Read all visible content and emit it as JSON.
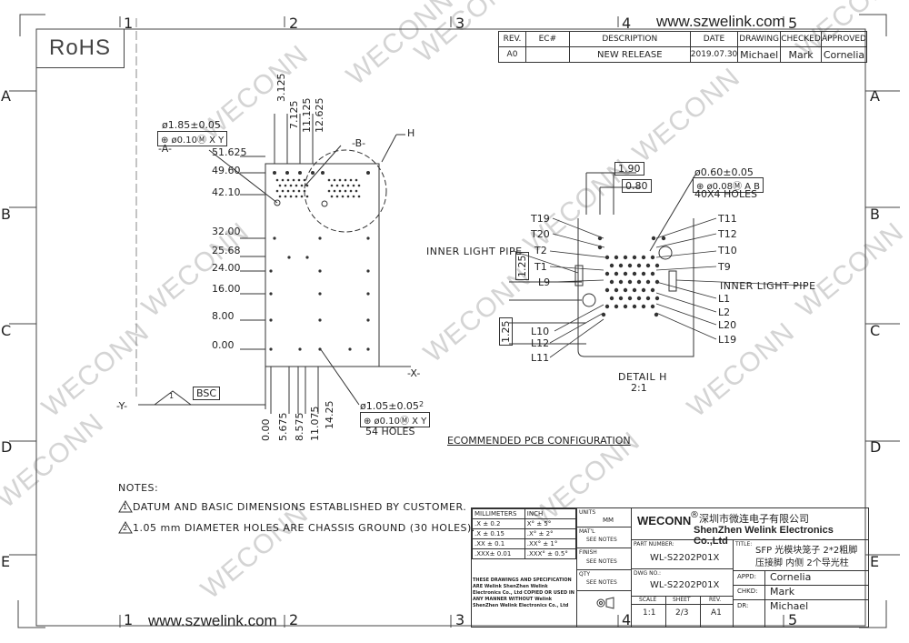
{
  "website": "www.szwelink.com",
  "rohs": "RoHS",
  "watermark": "WECONN",
  "zones_h": [
    "1",
    "2",
    "3",
    "4",
    "5"
  ],
  "zones_v": [
    "A",
    "B",
    "C",
    "D",
    "E"
  ],
  "revision": {
    "headers": [
      "REV.",
      "EC#",
      "DESCRIPTION",
      "DATE",
      "DRAWING",
      "CHECKED",
      "APPROVED"
    ],
    "row": [
      "A0",
      "",
      "NEW RELEASE",
      "2019.07.30",
      "Michael",
      "Mark",
      "Cornelia"
    ]
  },
  "pcb": {
    "tol1": "ø1.85±0.05",
    "fcf1": "⊕ ø0.10Ⓜ X Y",
    "datum_a": "-A-",
    "datum_b": "-B-",
    "datum_h": "H",
    "datum_x": "-X-",
    "datum_y": "-Y-",
    "bsc": "BSC",
    "bsc_mark": "1",
    "top_dims": [
      "3.125",
      "7.125",
      "11.125",
      "12.625"
    ],
    "left_dims": [
      "51.625",
      "49.60",
      "42.10",
      "32.00",
      "25.68",
      "24.00",
      "16.00",
      "8.00",
      "0.00"
    ],
    "bottom_dims": [
      "0.00",
      "5.675",
      "8.575",
      "11.075",
      "14.25"
    ],
    "tol2": "ø1.05±0.05",
    "tol2_mark": "2",
    "fcf2": "⊕ ø0.10Ⓜ X Y",
    "holes": "54 HOLES",
    "caption": "ECOMMENDED PCB CONFIGURATION"
  },
  "detail": {
    "dim1": "1.90",
    "dim2": "0.80",
    "dim3": "1.25",
    "dim4": "1.25",
    "tol": "ø0.60±0.05",
    "fcf": "⊕ ø0.08Ⓜ A B",
    "holes": "40X4 HOLES",
    "left_labels": [
      "T19",
      "T20",
      "T2",
      "T1",
      "L9",
      "L10",
      "L12",
      "L11"
    ],
    "right_labels": [
      "T11",
      "T12",
      "T10",
      "T9",
      "L1",
      "L2",
      "L20",
      "L19"
    ],
    "pipe_left": "INNER LIGHT PIPE",
    "pipe_right": "INNER LIGHT PIPE",
    "title": "DETAIL H",
    "scale": "2:1"
  },
  "notes": {
    "title": "NOTES:",
    "items": [
      {
        "num": "1",
        "text": "DATUM AND BASIC DIMENSIONS ESTABLISHED BY CUSTOMER."
      },
      {
        "num": "2",
        "text": "1.05 mm DIAMETER HOLES ARE CHASSIS GROUND (30 HOLES)."
      }
    ]
  },
  "titleblock": {
    "mm": "MILLIMETERS",
    "inch": "INCH",
    "units": "UNITS",
    "units_val": "MM",
    "tol_rows": [
      [
        ".X ± 0.2",
        "X° ± 5°"
      ],
      [
        ".X ± 0.15",
        ".X° ± 2°"
      ],
      [
        ".XX ± 0.1",
        ".XX° ± 1°"
      ],
      [
        ".XXX± 0.01",
        ".XXX° ± 0.5°"
      ]
    ],
    "matl": "MAT'L",
    "matl_val": "SEE NOTES",
    "finish": "FINISH",
    "finish_val": "SEE NOTES",
    "qty": "QTY",
    "qty_val": "SEE NOTES",
    "disclaimer": "THESE DRAWINGS AND SPECIFICATION ARE Welink ShenZhen Welink Electronics Co., Ltd COPIED OR USED IN ANY MANNER WITHOUT Welink ShenZhen Welink Electronics Co., Ltd",
    "brand": "WECONN",
    "reg": "®",
    "company_cn": "深圳市微连电子有限公司",
    "company_en": "ShenZhen Welink Electronics Co.,Ltd",
    "part_label": "PART NUMBER:",
    "part_no": "WL-S2202P01X",
    "dwg_label": "DWG NO.:",
    "dwg_no": "WL-S2202P01X",
    "title_label": "TITLE:",
    "title_l1": "SFP 光模块笼子 2*2粗脚",
    "title_l2": "压接脚 内侧 2个导光柱",
    "scale_label": "SCALE",
    "sheet_label": "SHEET",
    "rev_label": "REV.",
    "scale": "1:1",
    "sheet": "2/3",
    "rev": "A1",
    "appd_label": "APPD:",
    "appd": "Cornelia",
    "chkd_label": "CHKD:",
    "chkd": "Mark",
    "dr_label": "DR:",
    "dr": "Michael"
  }
}
